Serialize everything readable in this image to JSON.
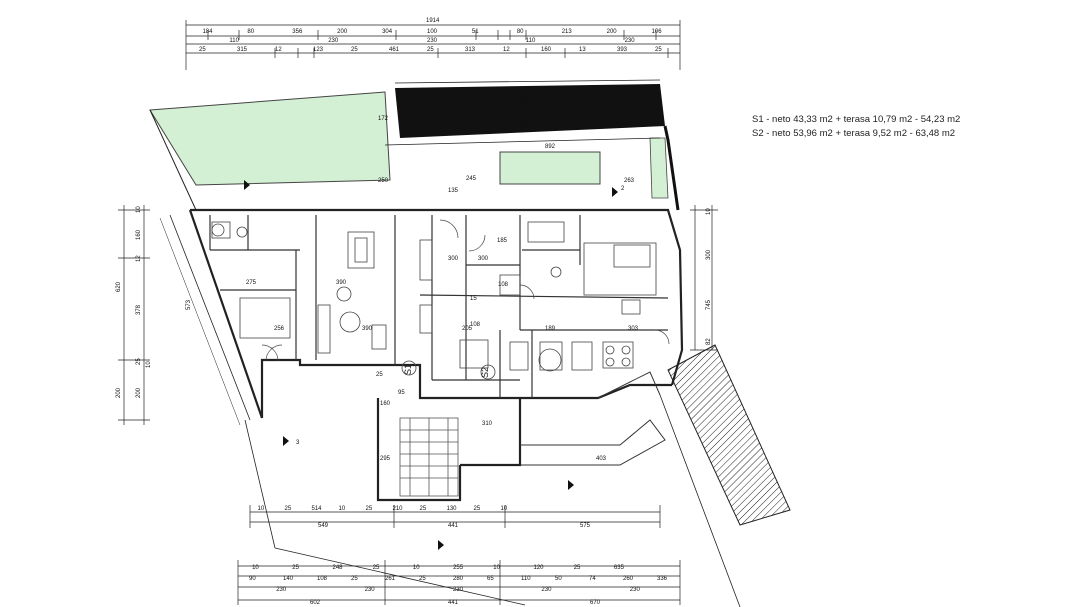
{
  "legend": {
    "s1": "S1 - neto 43,33 m2 + terasa 10,79 m2 - 54,23 m2",
    "s2": "S2 - neto 53,96 m2 + terasa  9,52 m2 - 63,48 m2"
  },
  "units": {
    "s1": "S1",
    "s2": "S2"
  },
  "top_dims": {
    "total": "1914",
    "row1": [
      "184",
      "80",
      "356",
      "200",
      "304",
      "100",
      "51",
      "80",
      "213",
      "200",
      "106"
    ],
    "row2": [
      "110",
      "230",
      "230",
      "110",
      "230"
    ],
    "row3": [
      "25",
      "315",
      "12",
      "123",
      "25",
      "461",
      "25",
      "313",
      "12",
      "160",
      "13",
      "393",
      "25"
    ]
  },
  "inner_labels": [
    "1025",
    "1043",
    "892",
    "250",
    "172",
    "135",
    "245",
    "263",
    "390",
    "390",
    "275",
    "256",
    "300",
    "300",
    "15",
    "108",
    "108",
    "185",
    "205",
    "189",
    "303",
    "310",
    "295",
    "403",
    "95",
    "160",
    "25",
    "3",
    "2"
  ],
  "left_dims": [
    "10",
    "160",
    "12",
    "620",
    "378",
    "25",
    "10",
    "200",
    "200",
    "573"
  ],
  "right_dims": [
    "10",
    "300",
    "745",
    "82"
  ],
  "bottom_dims": {
    "row1": [
      "10",
      "25",
      "514",
      "10",
      "25",
      "210",
      "25",
      "130",
      "25",
      "10"
    ],
    "row2": [
      "549",
      "441",
      "575"
    ],
    "row3": [
      "10",
      "25",
      "248",
      "25",
      "10",
      "255",
      "10",
      "120",
      "25",
      "635"
    ],
    "row4": [
      "90",
      "140",
      "108",
      "25",
      "261",
      "25",
      "280",
      "65",
      "110",
      "50",
      "74",
      "260",
      "336"
    ],
    "row5": [
      "230",
      "230",
      "230",
      "230",
      "230"
    ],
    "row6": [
      "602",
      "441",
      "670"
    ]
  },
  "colors": {
    "garden": "#d4f0d4",
    "roof": "#111111",
    "line": "#222222",
    "stair": "#555555"
  }
}
